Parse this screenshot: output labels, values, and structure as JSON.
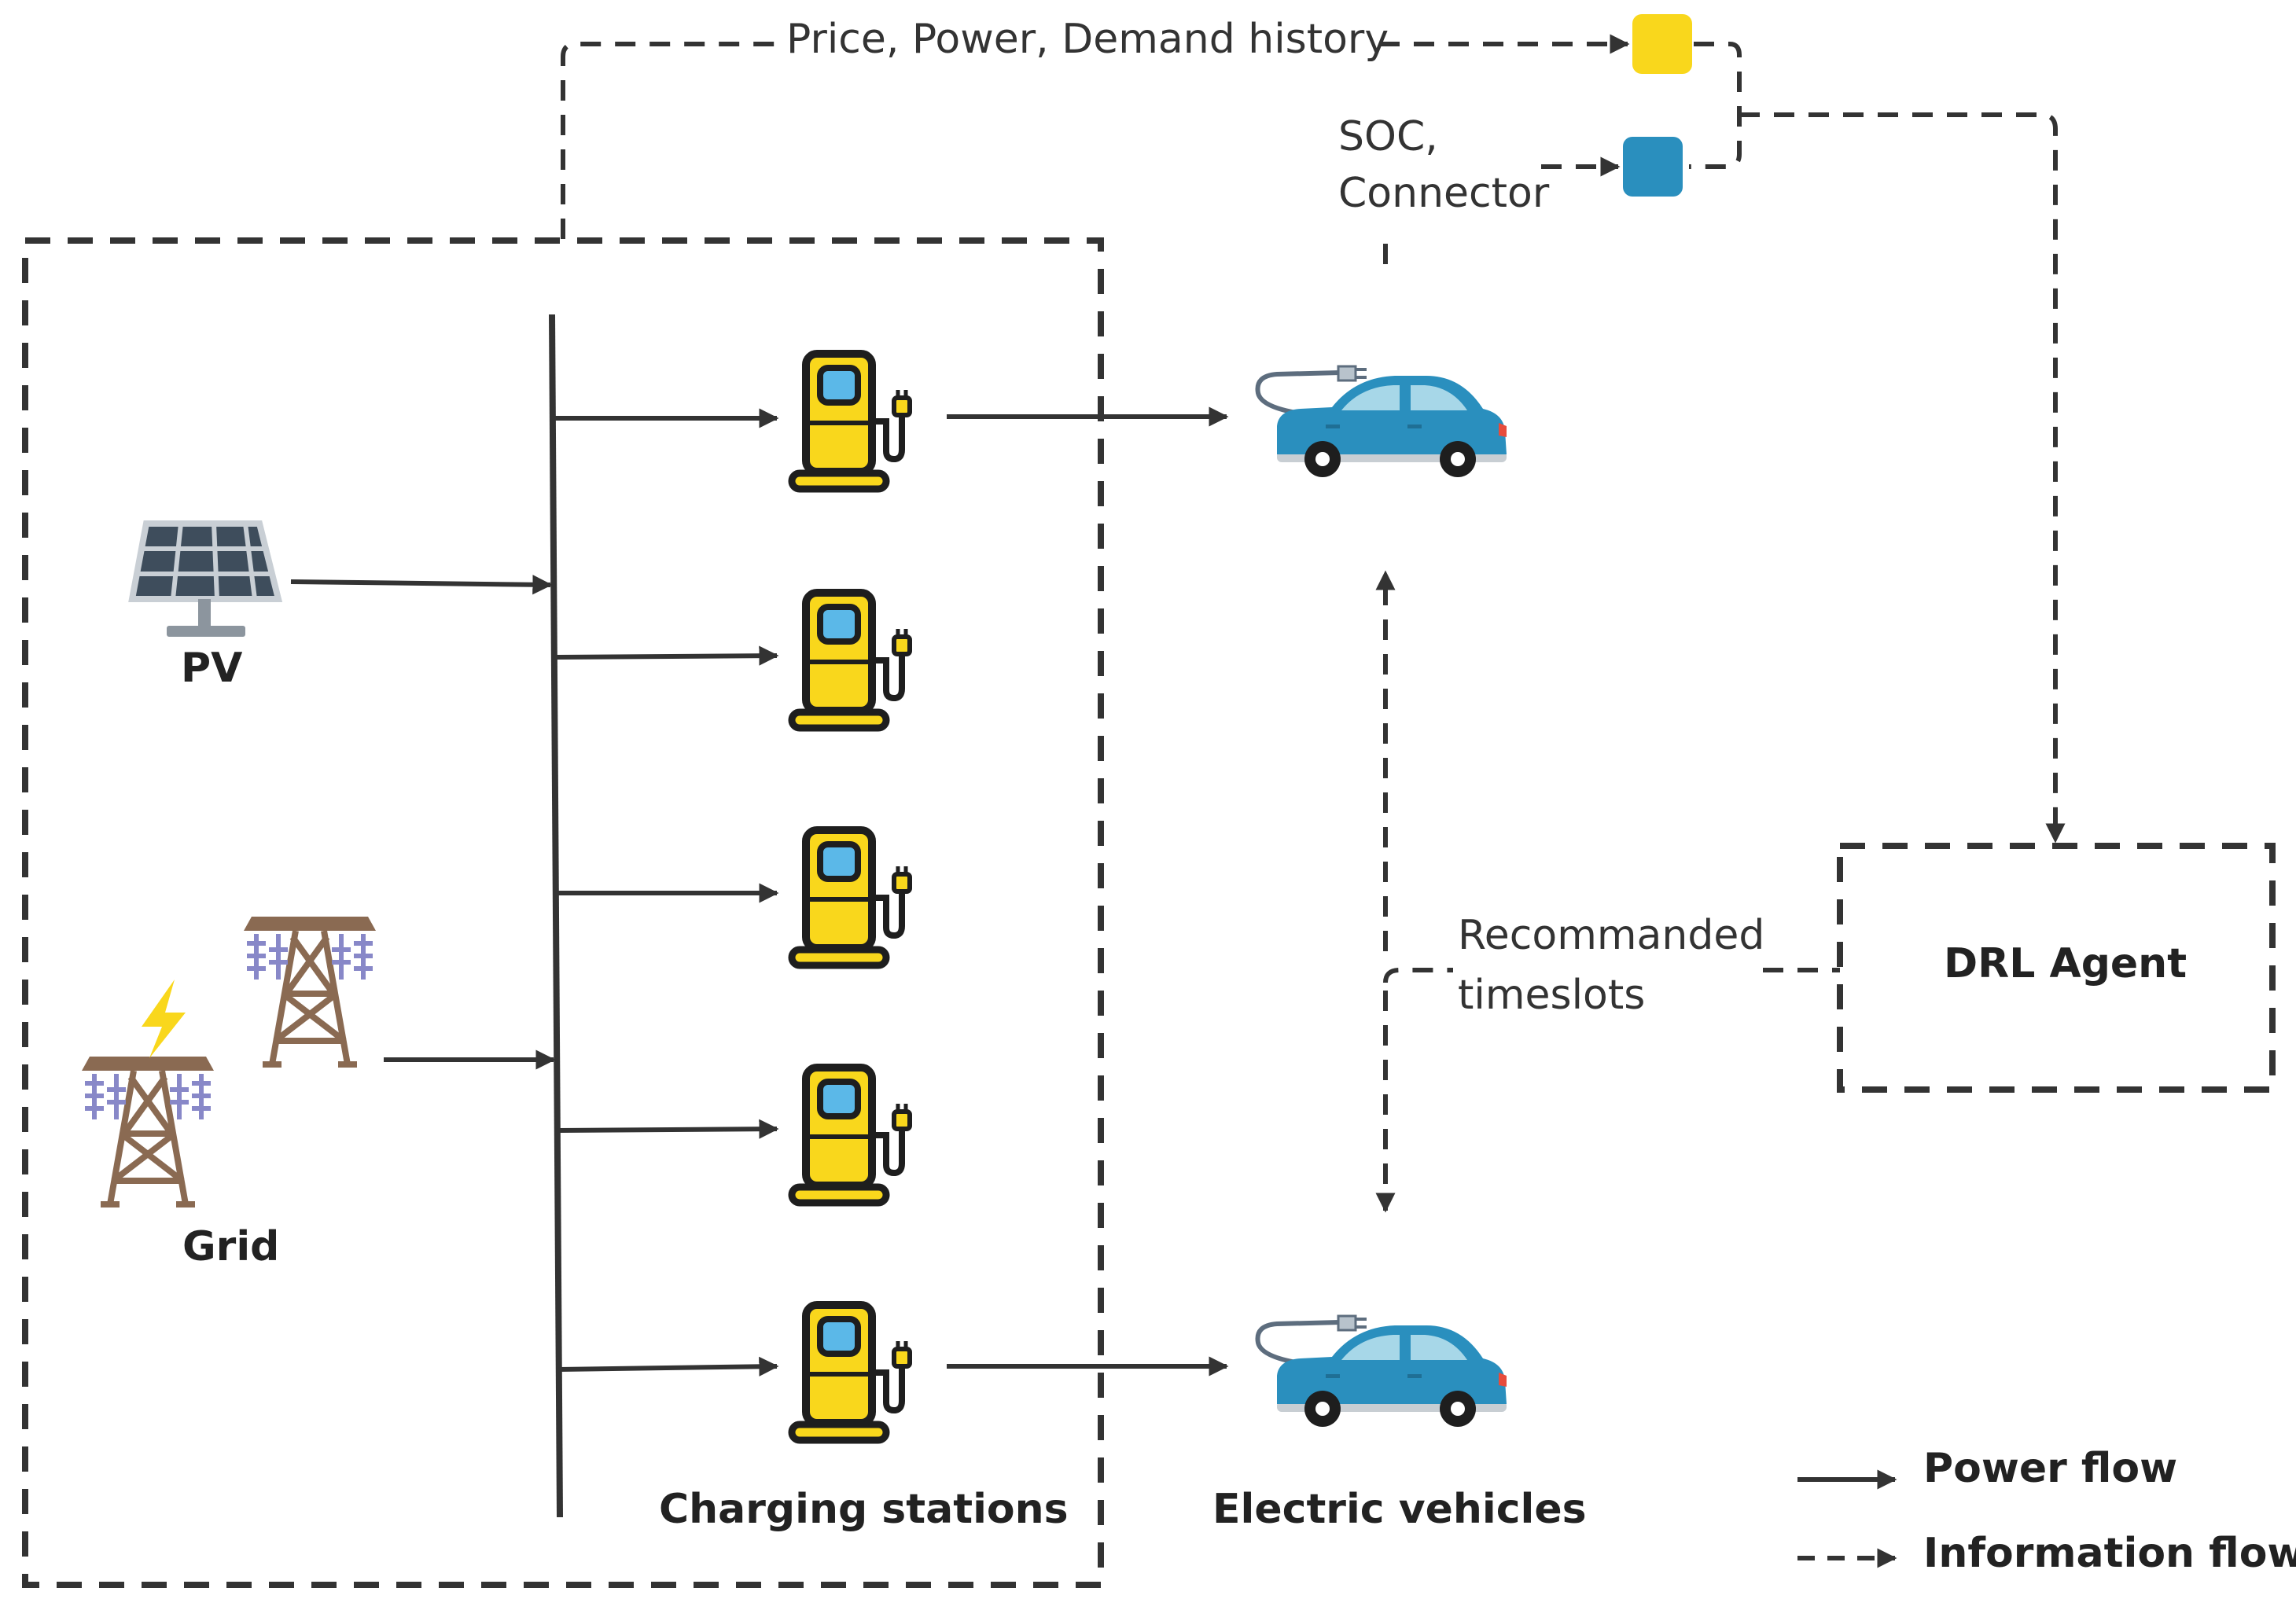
{
  "labels": {
    "info_history": "Price, Power, Demand history",
    "soc_line1": "SOC,",
    "soc_line2": "Connector",
    "recommended_line1": "Recommanded",
    "recommended_line2": "timeslots",
    "drl_agent": "DRL Agent",
    "pv": "PV",
    "grid": "Grid",
    "charging_stations": "Charging stations",
    "electric_vehicles": "Electric vehicles"
  },
  "legend": {
    "power_flow": "Power flow",
    "information_flow": "Information flow"
  },
  "colors": {
    "line": "#333333",
    "charger_yellow": "#F9D71C",
    "charger_outline": "#1E1E1E",
    "screen_blue": "#5BB8E8",
    "car_blue": "#2A8FBE",
    "info_yellow": "#F9D71C",
    "info_blue": "#2A8FBE",
    "tower_brown": "#8A6A52",
    "insulator_purple": "#8888C8",
    "solar_panel": "#3E4D5C"
  }
}
